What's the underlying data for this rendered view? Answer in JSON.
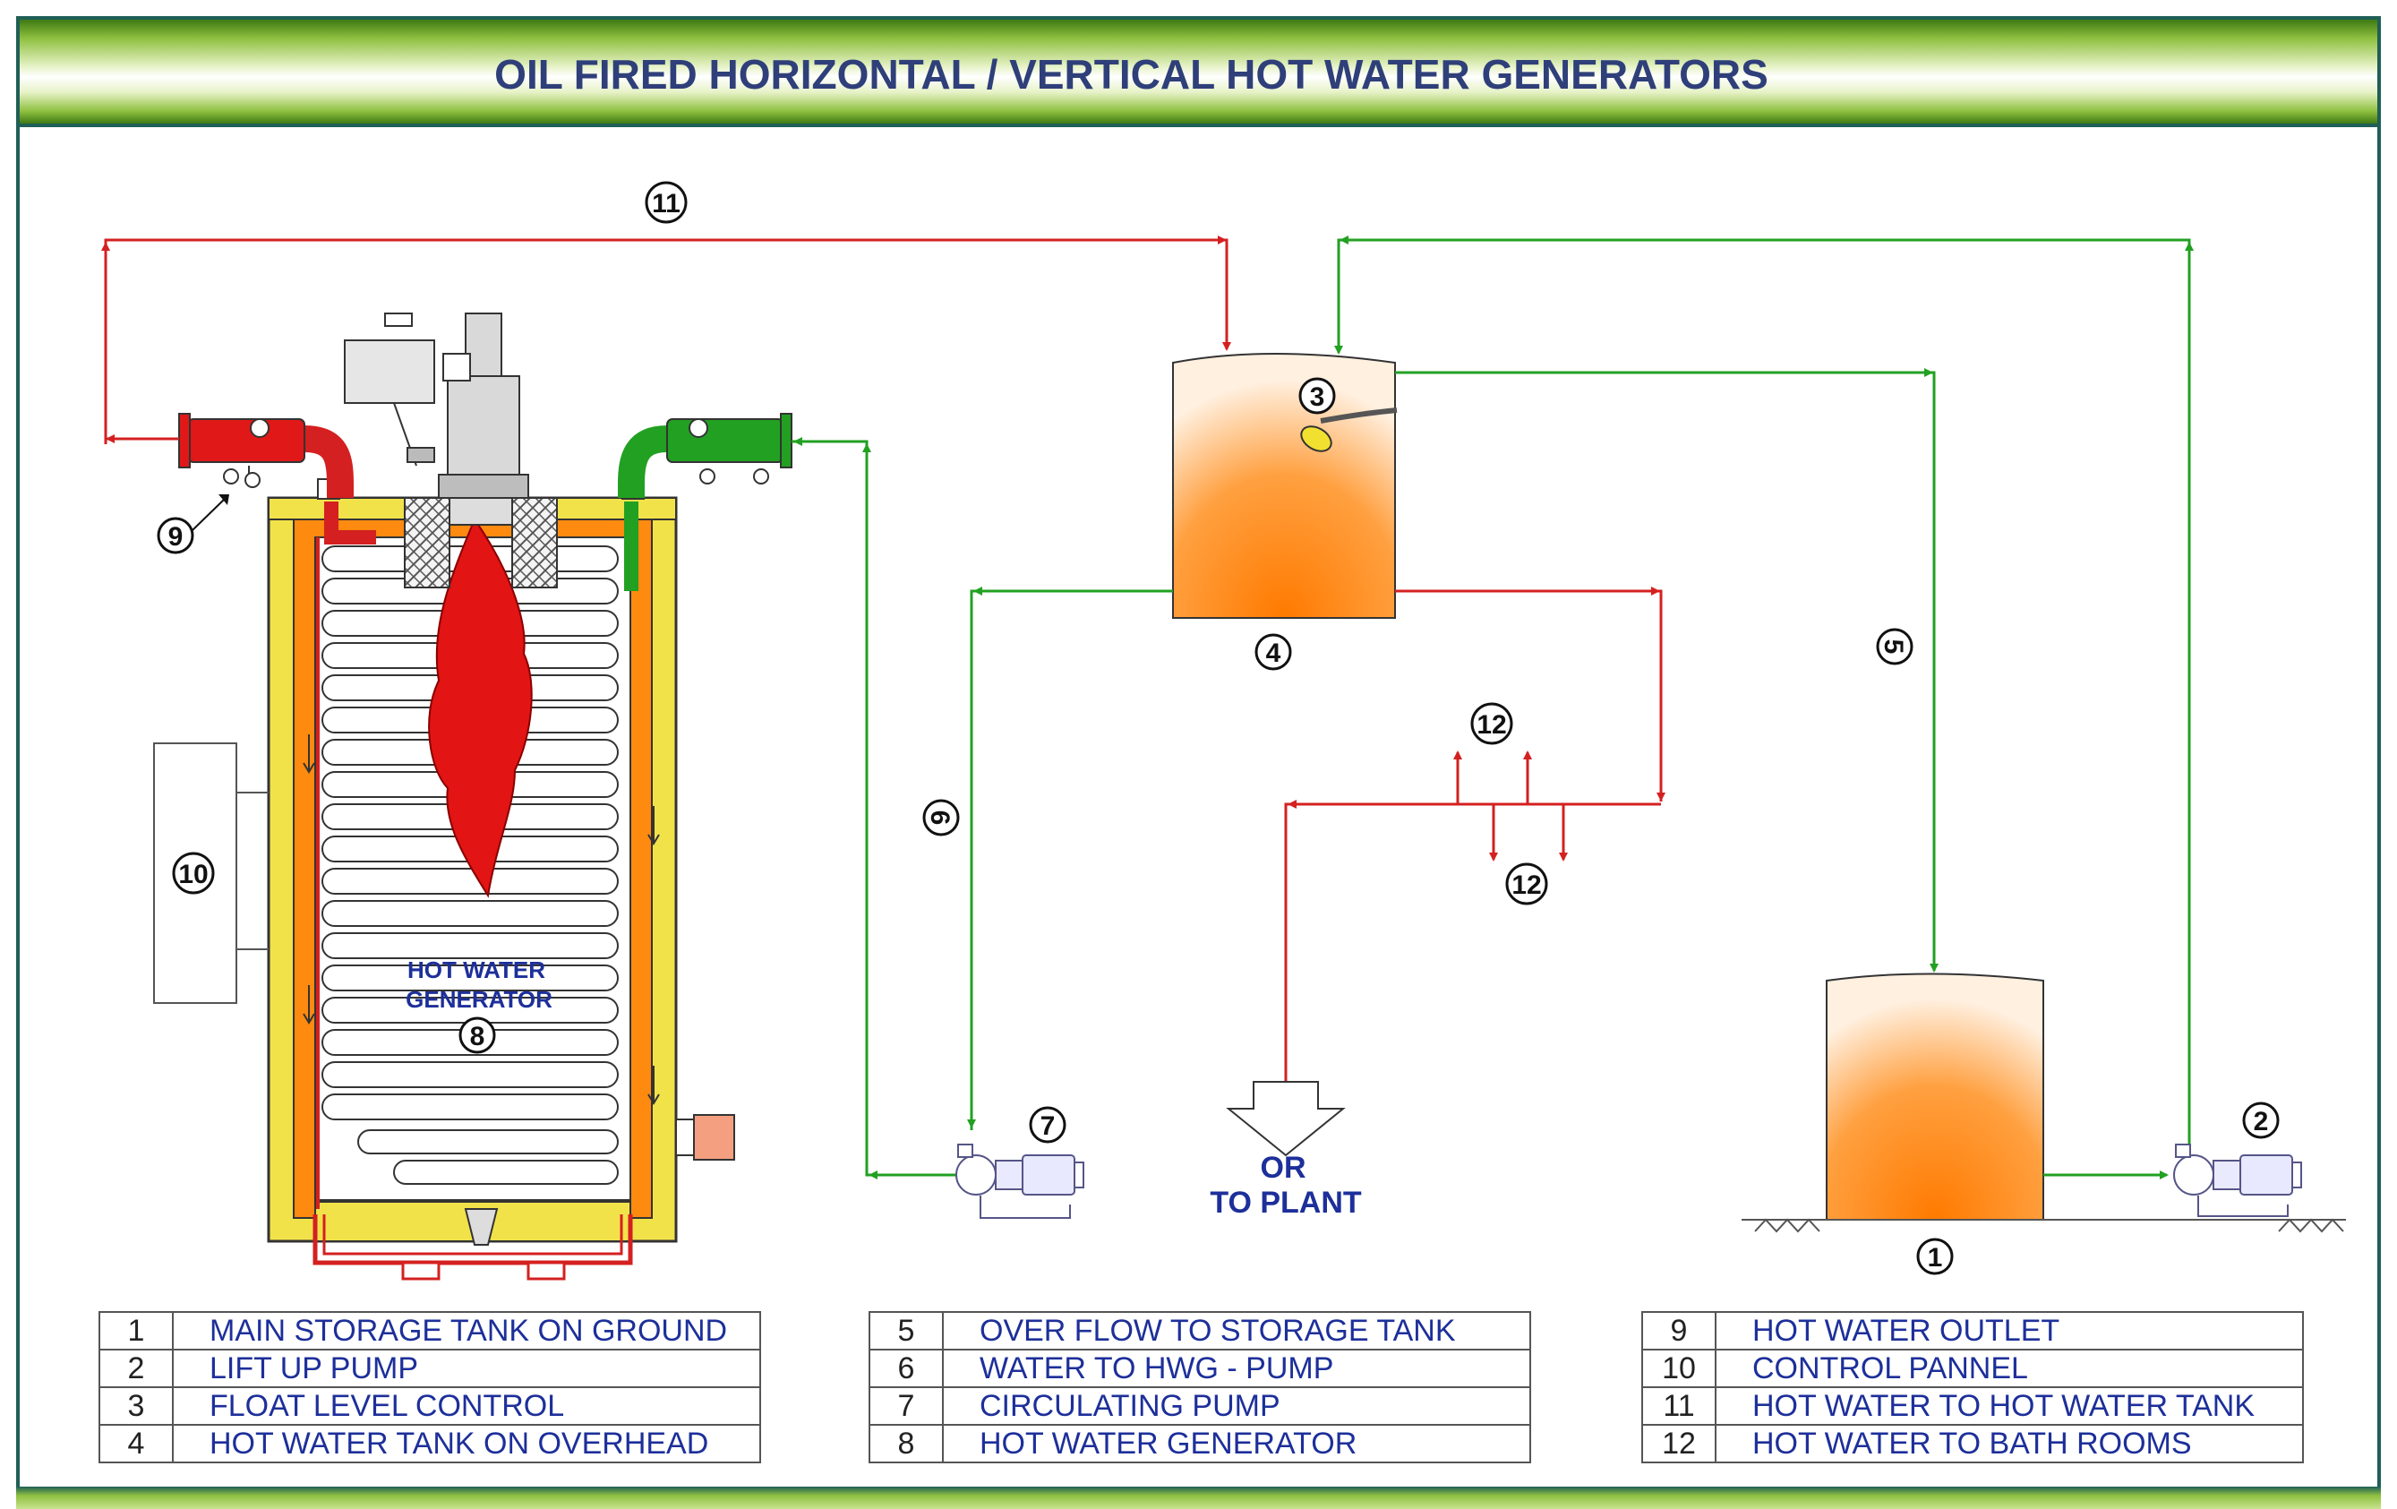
{
  "title": "OIL FIRED HORIZONTAL / VERTICAL  HOT WATER GENERATORS",
  "colors": {
    "hot": "#d42020",
    "cold": "#22a022",
    "tank_orange": "#ff8a10",
    "insulation": "#f2e24a",
    "legend_text": "#1d2f9a",
    "frame": "#1f5f57"
  },
  "markers": [
    "1",
    "2",
    "3",
    "4",
    "5",
    "6",
    "7",
    "8",
    "9",
    "10",
    "11",
    "12"
  ],
  "generator_label_line1": "HOT WATER",
  "generator_label_line2": "GENERATOR",
  "plant_label_line1": "OR",
  "plant_label_line2": "TO PLANT",
  "legend": [
    [
      {
        "num": "1",
        "text": "MAIN STORAGE TANK ON GROUND"
      },
      {
        "num": "2",
        "text": "LIFT UP PUMP"
      },
      {
        "num": "3",
        "text": "FLOAT LEVEL CONTROL"
      },
      {
        "num": "4",
        "text": "HOT WATER TANK ON OVERHEAD"
      }
    ],
    [
      {
        "num": "5",
        "text": "OVER FLOW TO STORAGE TANK"
      },
      {
        "num": "6",
        "text": "WATER TO HWG - PUMP"
      },
      {
        "num": "7",
        "text": "CIRCULATING PUMP"
      },
      {
        "num": "8",
        "text": "HOT WATER GENERATOR"
      }
    ],
    [
      {
        "num": "9",
        "text": "HOT WATER OUTLET"
      },
      {
        "num": "10",
        "text": "CONTROL PANNEL"
      },
      {
        "num": "11",
        "text": "HOT WATER TO HOT WATER TANK"
      },
      {
        "num": "12",
        "text": "HOT WATER TO BATH ROOMS"
      }
    ]
  ]
}
